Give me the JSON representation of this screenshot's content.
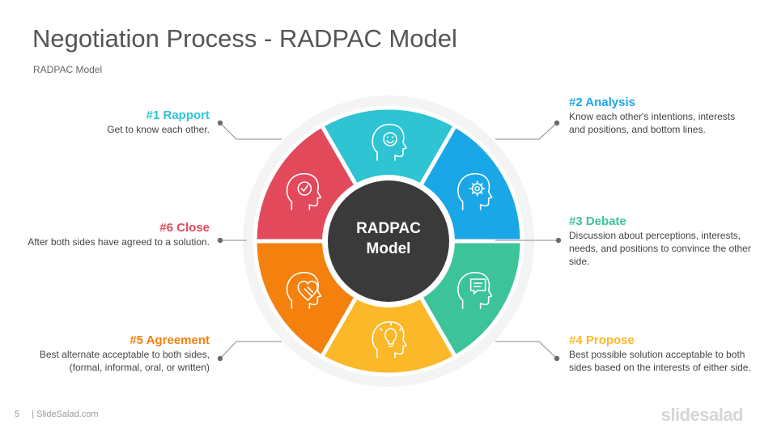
{
  "title": "Negotiation Process - RADPAC Model",
  "subtitle": "RADPAC Model",
  "center": {
    "line1": "RADPAC",
    "line2": "Model"
  },
  "colors": {
    "center": "#3a3a3a",
    "ring": "#f4f4f4"
  },
  "segments": [
    {
      "id": "rapport",
      "heading": "#1 Rapport",
      "description": "Get to know each other.",
      "color": "#2ec4d3",
      "icon": "smile-head-icon"
    },
    {
      "id": "analysis",
      "heading": "#2 Analysis",
      "description": "Know each other's intentions, interests and positions, and bottom lines.",
      "color": "#1aa7e8",
      "icon": "gear-head-icon"
    },
    {
      "id": "debate",
      "heading": "#3 Debate",
      "description": "Discussion about perceptions, interests, needs, and positions to convince the other side.",
      "color": "#3cc39a",
      "icon": "speech-head-icon"
    },
    {
      "id": "propose",
      "heading": "#4 Propose",
      "description": "Best possible solution acceptable to both sides based on the interests of either side.",
      "color": "#fbb829",
      "icon": "bulb-head-icon"
    },
    {
      "id": "agreement",
      "heading": "#5 Agreement",
      "description": "Best alternate acceptable to both sides, (formal, informal, oral, or written)",
      "color": "#f4800e",
      "icon": "handshake-head-icon"
    },
    {
      "id": "close",
      "heading": "#6 Close",
      "description": "After both sides have agreed to a solution.",
      "color": "#e2495a",
      "icon": "check-head-icon"
    }
  ],
  "footer": {
    "page": "5",
    "site": "| SlideSalad.com"
  },
  "brand": "slidesalad"
}
